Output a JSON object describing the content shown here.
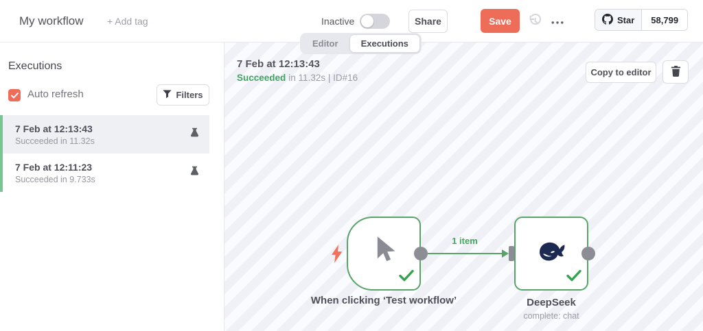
{
  "header": {
    "title": "My workflow",
    "add_tag": "+ Add tag",
    "activation_label": "Inactive",
    "share_label": "Share",
    "save_label": "Save",
    "github_star": {
      "label": "Star",
      "count": "58,799"
    }
  },
  "tabs": {
    "editor": "Editor",
    "executions": "Executions"
  },
  "sidebar": {
    "heading": "Executions",
    "auto_refresh_label": "Auto refresh",
    "filters_label": "Filters",
    "items": [
      {
        "title": "7 Feb at 12:13:43",
        "subtitle": "Succeeded in 11.32s"
      },
      {
        "title": "7 Feb at 12:11:23",
        "subtitle": "Succeeded in 9.733s"
      }
    ]
  },
  "execution_view": {
    "timestamp": "7 Feb at 12:13:43",
    "status": "Succeeded",
    "detail": "in 11.32s | ID#16",
    "copy_to_editor_label": "Copy to editor"
  },
  "canvas": {
    "connection_label": "1 item",
    "trigger_node": {
      "label": "When clicking ‘Test workflow’"
    },
    "deepseek_node": {
      "label": "DeepSeek",
      "sublabel": "complete: chat"
    }
  },
  "colors": {
    "accent": "#ee6d59",
    "node_success_border": "#58a468",
    "success_text": "#3fa45f",
    "sidebar_success_bar": "#79c693",
    "connector_gray": "#8d8e95",
    "deepseek_navy": "#1c2951"
  },
  "icons": {
    "github": "octocat-mark",
    "undo_history": "circular-arrow-clock",
    "more_options": "ellipsis",
    "filter": "funnel",
    "test_execution": "flask",
    "delete": "trash",
    "trigger": "cursor-arrow",
    "trigger_bolt": "lightning",
    "deepseek": "whale",
    "success_check": "checkmark"
  }
}
